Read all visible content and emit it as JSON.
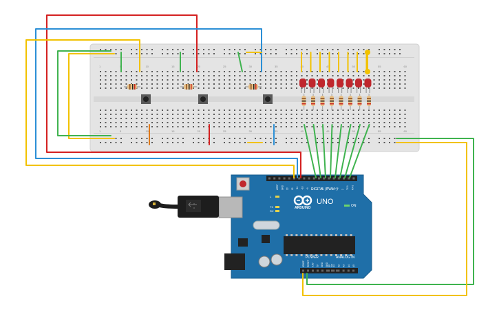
{
  "breadboard": {
    "column_numbers": [
      "1",
      "5",
      "10",
      "15",
      "20",
      "25",
      "30",
      "35",
      "40",
      "45",
      "50",
      "55",
      "60"
    ]
  },
  "arduino": {
    "logo_text": "ARDUINO",
    "model_label": "UNO",
    "on_label": "ON",
    "digital_header_label": "DIGITAL (PWM~)",
    "power_header_label": "POWER",
    "analog_header_label": "ANALOG IN",
    "led_labels": [
      "L",
      "TX",
      "RX"
    ],
    "power_pins": [
      "IOREF",
      "RESET",
      "3.3V",
      "5V",
      "GND",
      "GND",
      "Vin"
    ],
    "analog_pins": [
      "A0",
      "A1",
      "A2",
      "A3",
      "A4",
      "A5"
    ],
    "digital_pins": [
      "AREF",
      "GND",
      "13",
      "12",
      "~11",
      "~10",
      "~9",
      "8",
      "7",
      "~6",
      "~5",
      "4",
      "~3",
      "2",
      "TX 1",
      "RX 0"
    ]
  },
  "components": {
    "buttons": 3,
    "resistors_for_buttons": 3,
    "leds": 8,
    "led_color": "#c0272d",
    "resistors_for_leds": 8
  },
  "colors": {
    "wire_red": "#d42020",
    "wire_blue": "#2b8fd6",
    "wire_yellow": "#f2c200",
    "wire_green": "#3fb34f",
    "wire_orange": "#e07a1a",
    "board_blue": "#1f6fa8",
    "breadboard": "#e4e4e4"
  }
}
